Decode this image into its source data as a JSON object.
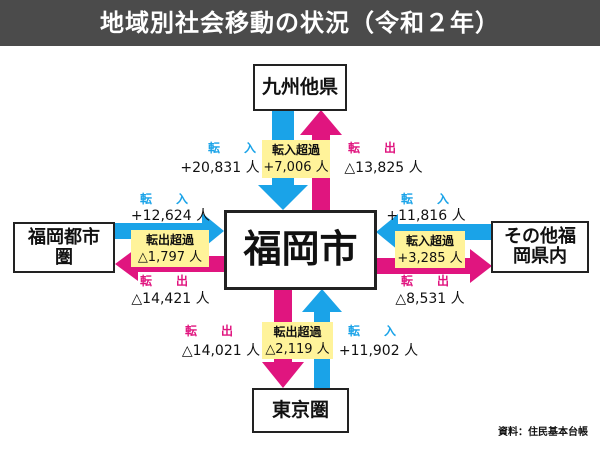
{
  "title": "地域別社会移動の状況（令和２年）",
  "center": "福岡市",
  "regions": {
    "top": "九州他県",
    "left": "福岡都市圏",
    "right": "その他福岡県内",
    "bottom": "東京圏"
  },
  "flows": {
    "top": {
      "in_label": "転　入",
      "in": "+20,831 人",
      "out_label": "転　出",
      "out": "△13,825 人",
      "net_label": "転入超過",
      "net": "+7,006 人"
    },
    "left": {
      "in_label": "転　入",
      "in": "+12,624 人",
      "out_label": "転　出",
      "out": "△14,421 人",
      "net_label": "転出超過",
      "net": "△1,797 人"
    },
    "right": {
      "in_label": "転　入",
      "in": "+11,816 人",
      "out_label": "転　出",
      "out": "△8,531 人",
      "net_label": "転入超過",
      "net": "+3,285 人"
    },
    "bottom": {
      "in_label": "転　入",
      "in": "+11,902 人",
      "out_label": "転　出",
      "out": "△14,021 人",
      "net_label": "転出超過",
      "net": "△2,119 人"
    }
  },
  "source": "資料：住民基本台帳",
  "colors": {
    "in": "#1aa3e8",
    "out": "#e0157f",
    "net_bg": "#fff39a",
    "title_bg": "#4b4b4b"
  }
}
